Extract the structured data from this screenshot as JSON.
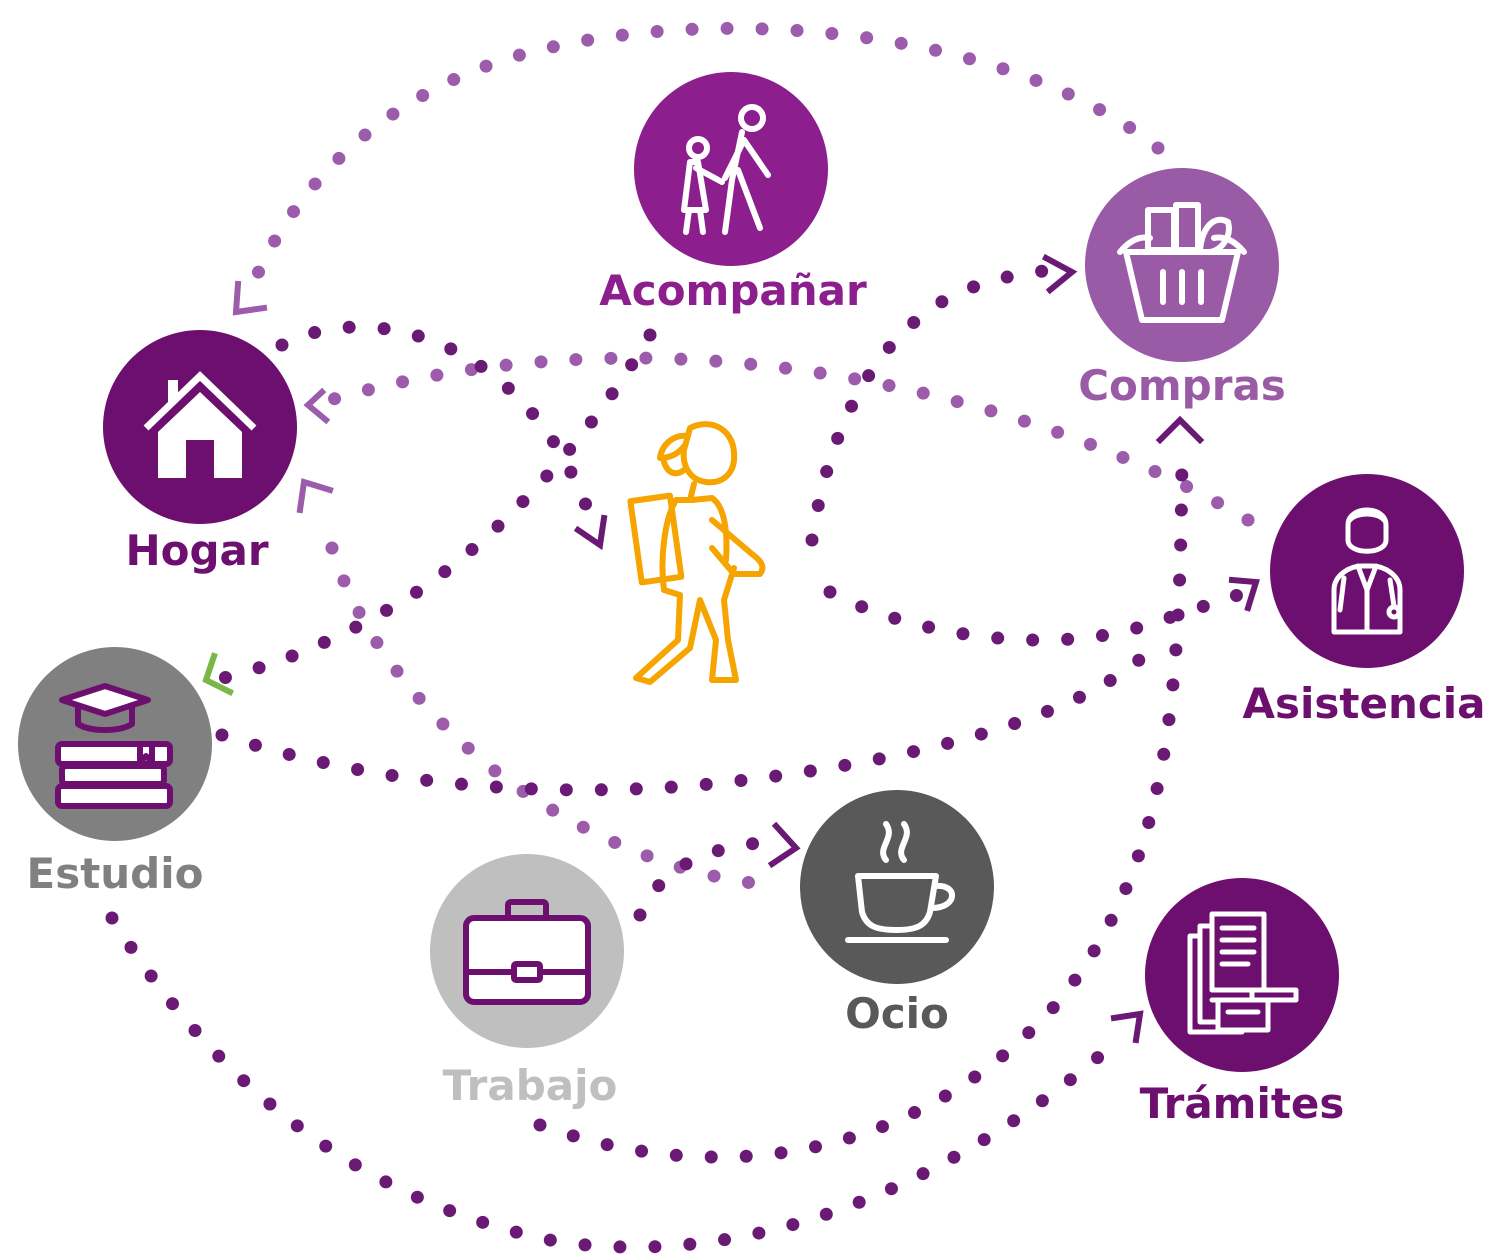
{
  "colors": {
    "dark_purple": "#6d0f6e",
    "mid_purple": "#8c1f8d",
    "light_purple": "#9a5ba6",
    "dot_purple": "#6a1a74",
    "dot_light": "#9c5cab",
    "gray_dark": "#595959",
    "gray_mid": "#808080",
    "gray_light": "#bfbfbf",
    "orange": "#f5a400",
    "green": "#7ab648"
  },
  "nodes": {
    "acompanar": {
      "label": "Acompañar",
      "icon": "walking-parent-child-icon"
    },
    "compras": {
      "label": "Compras",
      "icon": "shopping-basket-icon"
    },
    "hogar": {
      "label": "Hogar",
      "icon": "house-icon"
    },
    "asistencia": {
      "label": "Asistencia",
      "icon": "doctor-icon"
    },
    "estudio": {
      "label": "Estudio",
      "icon": "graduation-books-icon"
    },
    "trabajo": {
      "label": "Trabajo",
      "icon": "briefcase-icon"
    },
    "ocio": {
      "label": "Ocio",
      "icon": "coffee-cup-icon"
    },
    "tramites": {
      "label": "Trámites",
      "icon": "documents-icon"
    }
  },
  "center_figure": {
    "icon": "walking-woman-icon"
  }
}
